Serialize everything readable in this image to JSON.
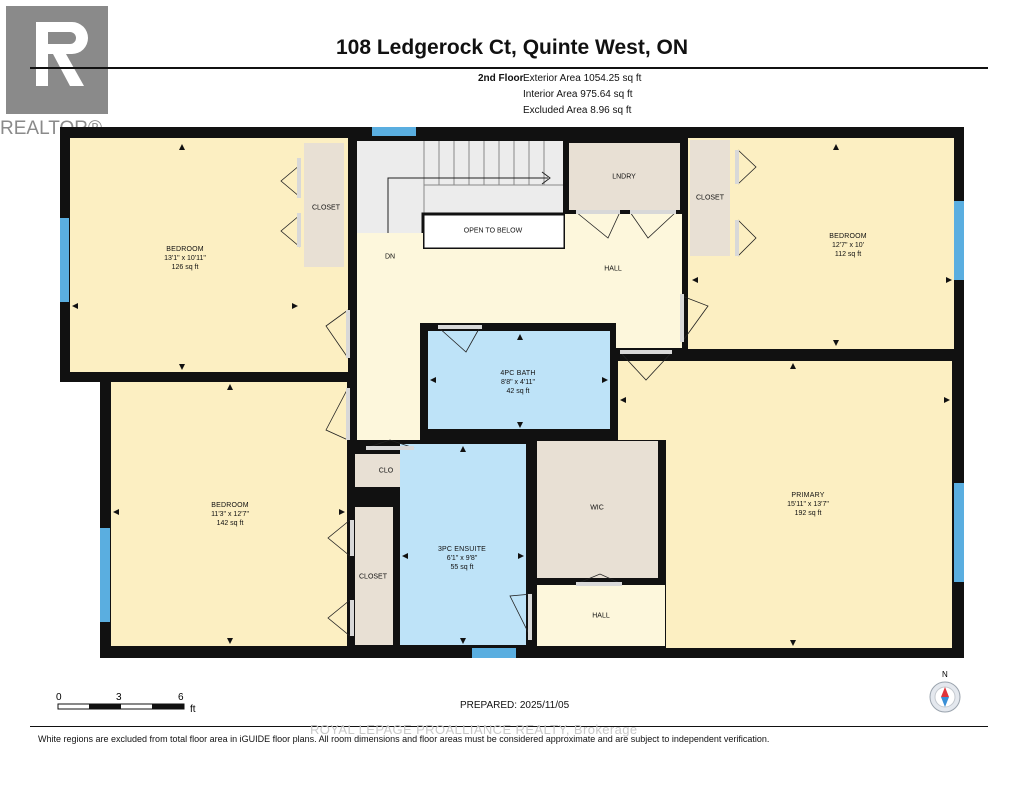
{
  "header": {
    "address": "108 Ledgerock Ct, Quinte West, ON",
    "floor": "2nd Floor",
    "exterior_area": "Exterior Area 1054.25 sq ft",
    "interior_area": "Interior Area 975.64 sq ft",
    "excluded_area": "Excluded Area 8.96 sq ft"
  },
  "logo": {
    "text": "REALTOR®"
  },
  "rooms": {
    "bedroom_nw": {
      "name": "BEDROOM",
      "dims": "13'1\" x 10'11\"",
      "area": "126 sq ft"
    },
    "bedroom_sw": {
      "name": "BEDROOM",
      "dims": "11'3\" x 12'7\"",
      "area": "142 sq ft"
    },
    "bedroom_ne": {
      "name": "BEDROOM",
      "dims": "12'7\" x 10'",
      "area": "112 sq ft"
    },
    "primary": {
      "name": "PRIMARY",
      "dims": "15'11\" x 13'7\"",
      "area": "192 sq ft"
    },
    "bath_4pc": {
      "name": "4PC BATH",
      "dims": "8'8\" x 4'11\"",
      "area": "42 sq ft"
    },
    "ensuite_3pc": {
      "name": "3PC ENSUITE",
      "dims": "6'1\" x 9'8\"",
      "area": "55 sq ft"
    }
  },
  "small_labels": {
    "closet_nw": "CLOSET",
    "closet_ne": "CLOSET",
    "closet_sw": "CLOSET",
    "lndry": "LNDRY",
    "open_to_below": "OPEN TO BELOW",
    "dn": "DN",
    "hall_main": "HALL",
    "clo": "CLO",
    "wic": "WIC",
    "hall_small": "HALL"
  },
  "scale_bar": {
    "ticks": [
      "0",
      "3",
      "6"
    ],
    "unit": "ft"
  },
  "compass": {
    "north": "N"
  },
  "prepared": "PREPARED: 2025/11/05",
  "watermark": "ROYAL LEPAGE PROALLIANCE REALTY, Brokerage",
  "disclaimer": "White regions are excluded from total floor area in iGUIDE floor plans. All room dimensions and floor areas must be considered approximate and are subject to independent verification.",
  "colors": {
    "bedroom_fill": "#fcefc2",
    "hall_fill": "#fdf7dc",
    "bath_fill": "#bee3f8",
    "closet_fill": "#e8e0d4",
    "stair_fill": "#ececec",
    "wall": "#111111",
    "window": "#5aaee0",
    "logo": "#8a8a8a",
    "compass_red": "#e0343a",
    "compass_blue": "#3a8fd6"
  }
}
